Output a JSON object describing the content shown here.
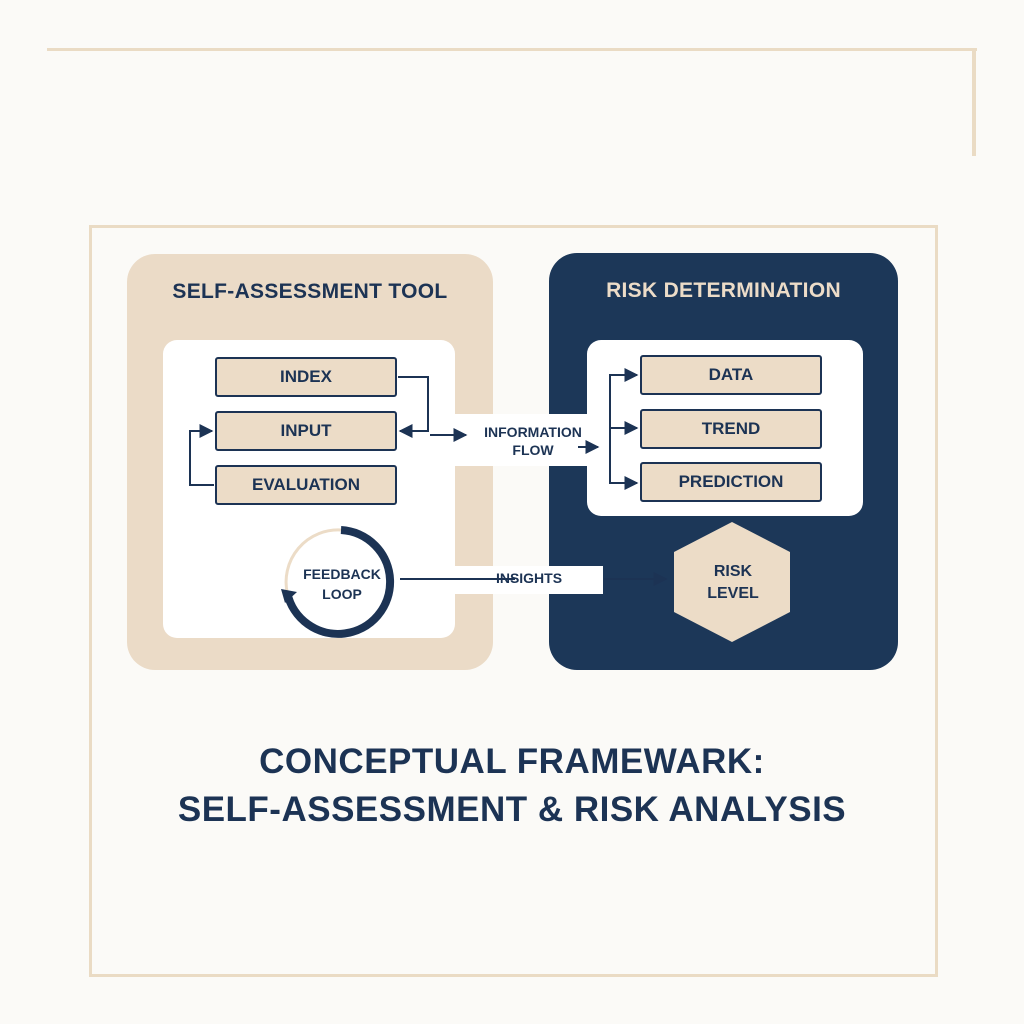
{
  "colors": {
    "navy": "#1c3354",
    "beige": "#ebdbc7",
    "frame": "#eadbc4",
    "background": "#fbfaf7"
  },
  "left_panel": {
    "title": "SELF-ASSESSMENT TOOL",
    "items": [
      "INDEX",
      "INPUT",
      "EVALUATION"
    ],
    "feedback_loop": {
      "line1": "FEEDBACK",
      "line2": "LOOP"
    }
  },
  "right_panel": {
    "title": "RISK DETERMINATION",
    "items": [
      "DATA",
      "TREND",
      "PREDICTION"
    ],
    "risk_level": {
      "line1": "RISK",
      "line2": "LEVEL"
    }
  },
  "connectors": {
    "information_flow": {
      "line1": "INFORMATION",
      "line2": "FLOW"
    },
    "insights": "INSIGHTS"
  },
  "title": {
    "line1": "CONCEPTUAL FRAMEWARK:",
    "line2": "SELF-ASSESSMENT & RISK ANALYSIS"
  }
}
